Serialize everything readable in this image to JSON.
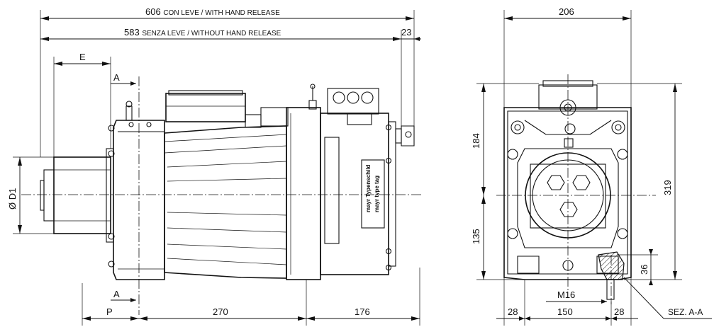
{
  "dimensions": {
    "total_with_release": "606",
    "total_with_release_label": "CON LEVE / WITH HAND RELEASE",
    "total_without_release": "583",
    "total_without_release_label": "SENZA LEVE / WITHOUT HAND RELEASE",
    "release_offset": "23",
    "shaft_length": "E",
    "shaft_diameter": "Ø D1",
    "flange_offset": "P",
    "motor_length": "270",
    "brake_length": "176",
    "front_width": "206",
    "front_upper_height": "184",
    "front_lower_height": "135",
    "front_total_height": "319",
    "foot_hole_depth": "36",
    "foot_thread": "M16",
    "foot_margin_left": "28",
    "foot_spacing": "150",
    "foot_margin_right": "28"
  },
  "section": {
    "marker_top": "A",
    "marker_bottom": "A",
    "label": "SEZ. A-A"
  },
  "nameplate": {
    "line1": "mayr  Typenschild",
    "line2": "mayr  type  tag"
  }
}
